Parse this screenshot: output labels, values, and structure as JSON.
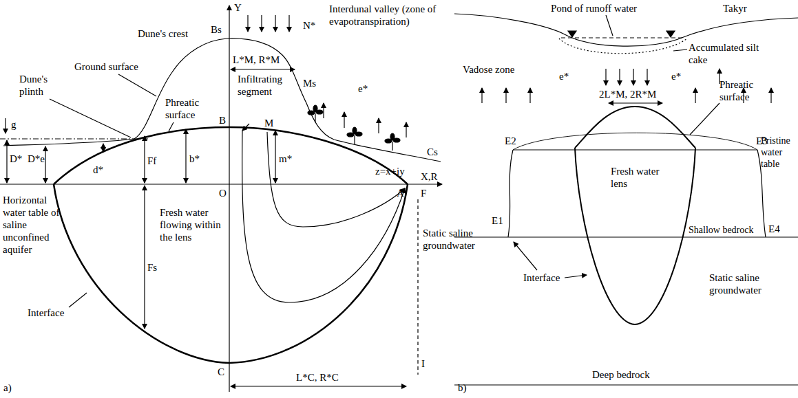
{
  "diagram": {
    "labels": [
      "Y",
      "Dune's crest",
      "N*",
      "Interdunal valley (zone of evapotranspiration)",
      "Bs",
      "Ground surface",
      "Dune's plinth",
      "L*M, R*M",
      "Ms",
      "Infiltrating segment",
      "e*",
      "g",
      "Phreatic surface",
      "Cs",
      "D*",
      "D*e",
      "d*",
      "Ff",
      "b*",
      "B",
      "M",
      "m*",
      "z=x+iy",
      "O",
      "F",
      "X,R",
      "A",
      "Horizontal water table of saline unconfined aquifer",
      "Fs",
      "Fresh water flowing within the lens",
      "Static saline groundwater",
      "Interface",
      "C",
      "L*C, R*C",
      "I",
      "a)",
      "Pond of runoff water",
      "Takyr",
      "Accumulated silt cake",
      "Vadose zone",
      "e*",
      "e*",
      "2L*M, 2R*M",
      "Phreatic surface",
      "E2",
      "E3",
      "Pristine water table",
      "Fresh water lens",
      "E1",
      "E4",
      "Shallow bedrock",
      "Interface",
      "Static saline groundwater",
      "Deep bedrock",
      "b)"
    ]
  }
}
